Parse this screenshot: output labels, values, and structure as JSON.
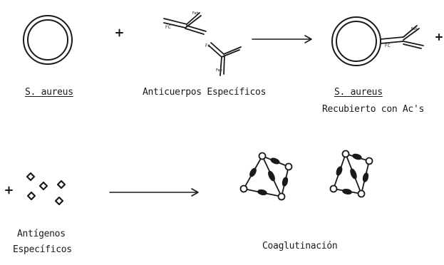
{
  "labels": {
    "s_aureus_1": "S. aureus",
    "anticuerpos": "Anticuerpos Específicos",
    "s_aureus_2": "S. aureus",
    "recubierto": "Recubierto con Ac's",
    "antigenos_1": "Antígenos",
    "antigenos_2": "Específicos",
    "coaglutinacion": "Coaglutinación"
  },
  "symbols": {
    "plus": "+"
  },
  "colors": {
    "ink": "#1a1a1a"
  },
  "icons": [
    "bacterium-circle",
    "antibody-icon",
    "arrow-right",
    "antigen-diamond",
    "coagglutination-lattice"
  ]
}
